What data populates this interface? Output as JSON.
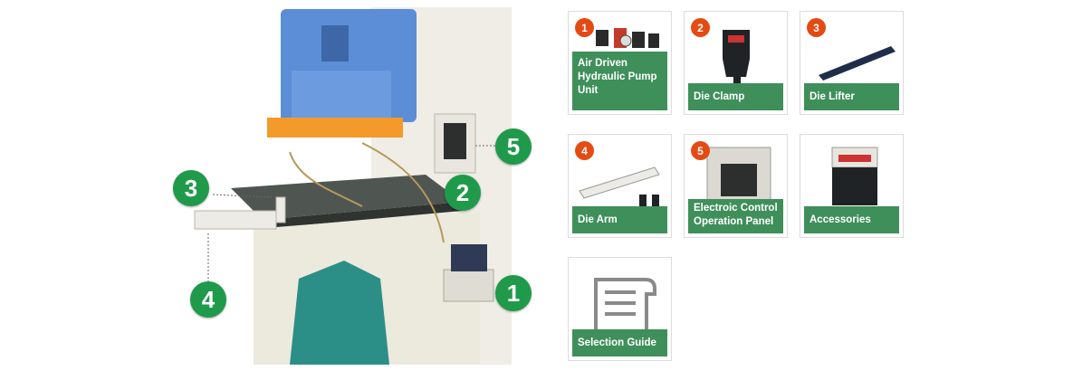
{
  "diagram": {
    "callouts": [
      {
        "id": "5",
        "label": "5"
      },
      {
        "id": "3",
        "label": "3"
      },
      {
        "id": "2",
        "label": "2"
      },
      {
        "id": "4",
        "label": "4"
      },
      {
        "id": "1",
        "label": "1"
      }
    ]
  },
  "products": [
    {
      "number": "1",
      "label": "Air Driven\nHydraulic Pump\nUnit"
    },
    {
      "number": "2",
      "label": "Die Clamp"
    },
    {
      "number": "3",
      "label": "Die Lifter"
    },
    {
      "number": "4",
      "label": "Die Arm"
    },
    {
      "number": "5",
      "label": "Electroic Control\nOperation Panel"
    },
    {
      "number": "",
      "label": "Accessories"
    },
    {
      "number": "",
      "label": "Selection Guide"
    }
  ],
  "colors": {
    "callout_green": "#1f9a4a",
    "number_orange": "#e44a12",
    "label_green": "#3f8f5b",
    "machine_blue": "#5b8ed6",
    "machine_white": "#ece9dd"
  }
}
